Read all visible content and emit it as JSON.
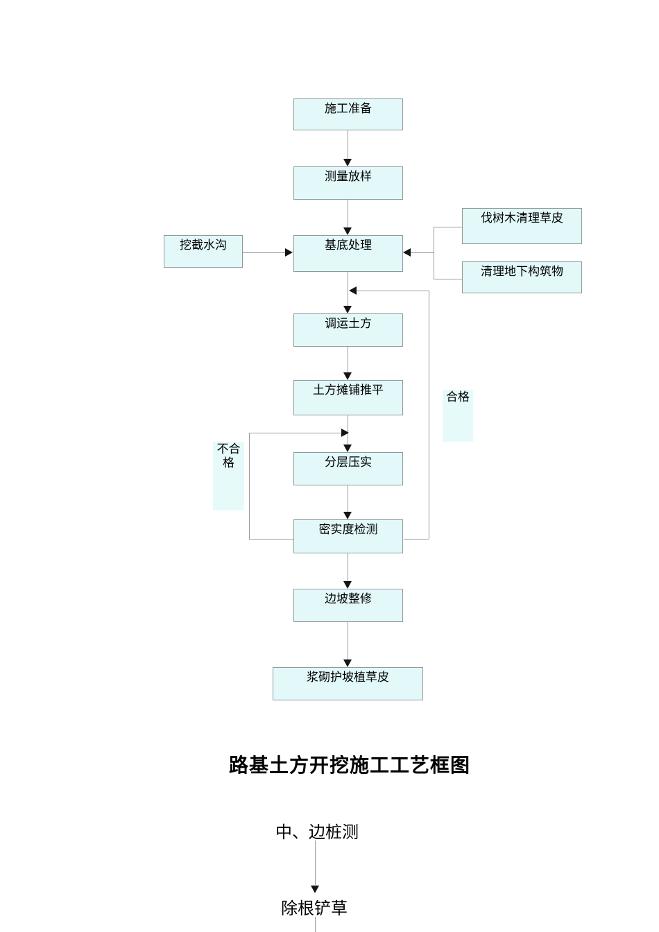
{
  "title": "路基土方开挖施工工艺框图",
  "flow": {
    "steps": [
      {
        "label": "施工准备"
      },
      {
        "label": "测量放样"
      },
      {
        "label": "基底处理"
      },
      {
        "label": "调运土方"
      },
      {
        "label": "土方摊铺推平"
      },
      {
        "label": "分层压实"
      },
      {
        "label": "密实度检测"
      },
      {
        "label": "边坡整修"
      },
      {
        "label": "浆砌护坡植草皮"
      }
    ],
    "side_inputs": [
      {
        "label": "挖截水沟"
      },
      {
        "label": "伐树木清理草皮"
      },
      {
        "label": "清理地下构筑物"
      }
    ],
    "decision_labels": {
      "pass": "合格",
      "fail": "不合格"
    }
  },
  "second_flow": {
    "steps": [
      {
        "label": "中、边桩测"
      },
      {
        "label": "除根铲草"
      }
    ]
  },
  "colors": {
    "box_fill": "#e2f8f9",
    "box_border": "#8f9a9a",
    "connector": "#9a9a9a",
    "arrowhead": "#141414",
    "text": "#000000",
    "page_background": "#ffffff"
  }
}
